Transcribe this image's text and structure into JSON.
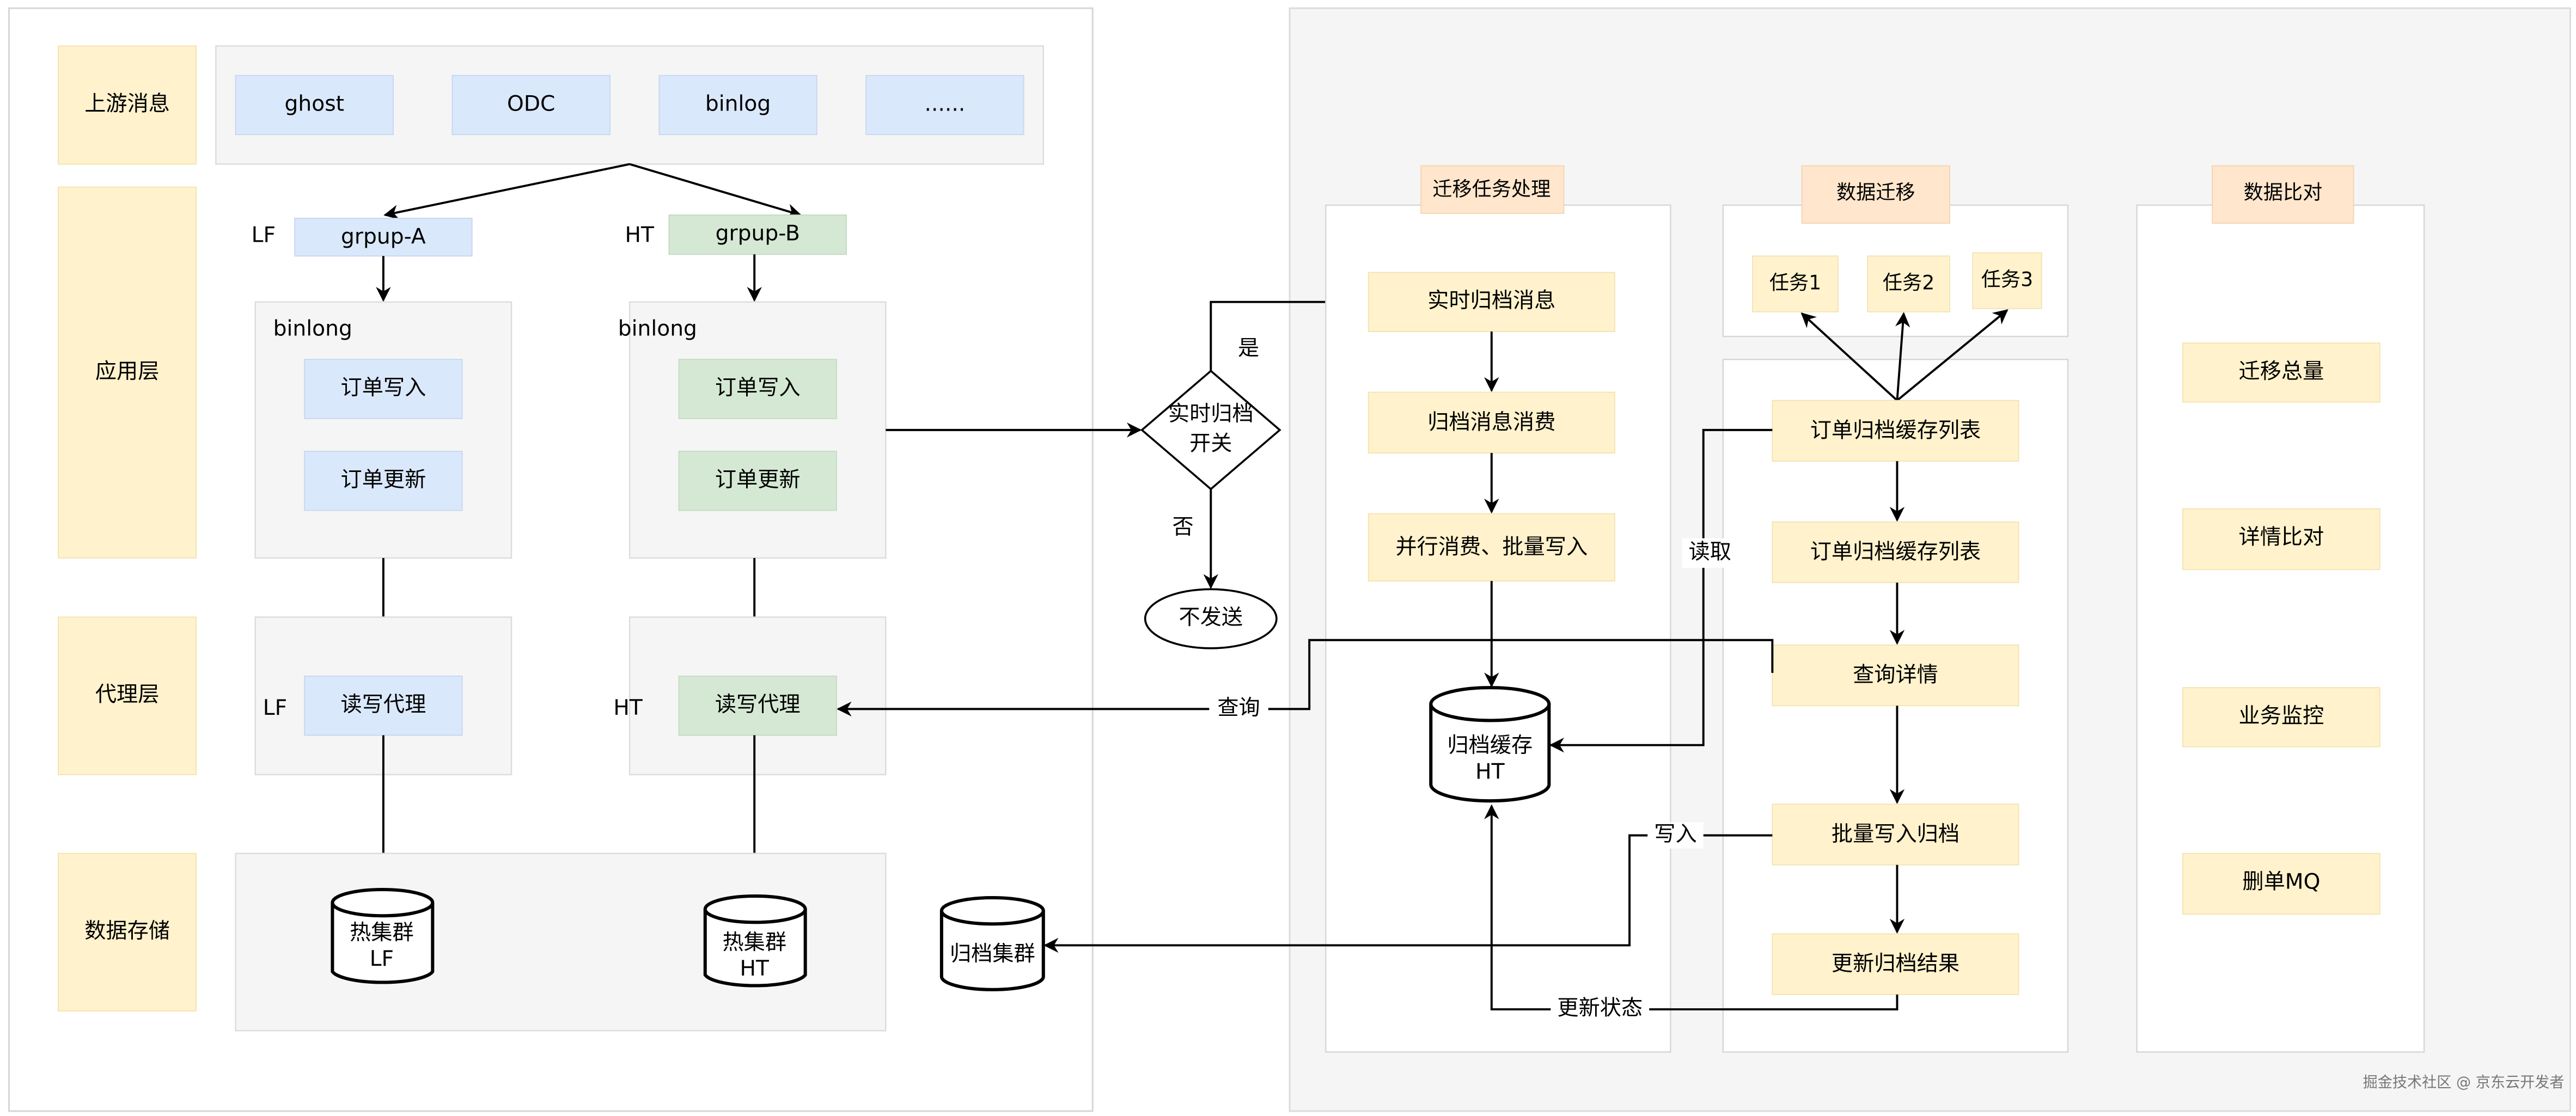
{
  "layers": {
    "upstream": "上游消息",
    "app": "应用层",
    "proxy": "代理层",
    "storage": "数据存储"
  },
  "upstream_sources": [
    "ghost",
    "ODC",
    "binlog",
    "......"
  ],
  "groups": {
    "lf": {
      "site": "LF",
      "name": "grpup-A",
      "binlog_label": "binlong",
      "write": "订单写入",
      "update": "订单更新",
      "proxy_site": "LF",
      "proxy": "读写代理",
      "db": [
        "热集群",
        "LF"
      ]
    },
    "ht": {
      "site": "HT",
      "name": "grpup-B",
      "binlog_label": "binlong",
      "write": "订单写入",
      "update": "订单更新",
      "proxy_site": "HT",
      "proxy": "读写代理",
      "db": [
        "热集群",
        "HT"
      ]
    }
  },
  "archive_cluster": "归档集群",
  "decision": {
    "label": [
      "实时归档",
      "开关"
    ],
    "yes": "是",
    "no": "否",
    "no_target": "不发送"
  },
  "migration_task": {
    "header": "迁移任务处理",
    "steps": [
      "实时归档消息",
      "归档消息消费",
      "并行消费、批量写入"
    ],
    "cache": [
      "归档缓存",
      "HT"
    ]
  },
  "data_migration": {
    "header": "数据迁移",
    "tasks": [
      "任务1",
      "任务2",
      "任务3"
    ],
    "steps": [
      "订单归档缓存列表",
      "订单归档缓存列表",
      "查询详情",
      "批量写入归档",
      "更新归档结果"
    ]
  },
  "data_compare": {
    "header": "数据比对",
    "items": [
      "迁移总量",
      "详情比对",
      "业务监控",
      "删单MQ"
    ]
  },
  "edge_labels": {
    "read": "读取",
    "query": "查询",
    "write": "写入",
    "update_status": "更新状态"
  },
  "watermark": "掘金技术社区 @ 京东云开发者",
  "colors": {
    "layer": "#fff2cc",
    "header": "#ffe6cc",
    "lf": "#dae8fc",
    "ht": "#d5e8d4",
    "container": "#f5f5f5"
  }
}
